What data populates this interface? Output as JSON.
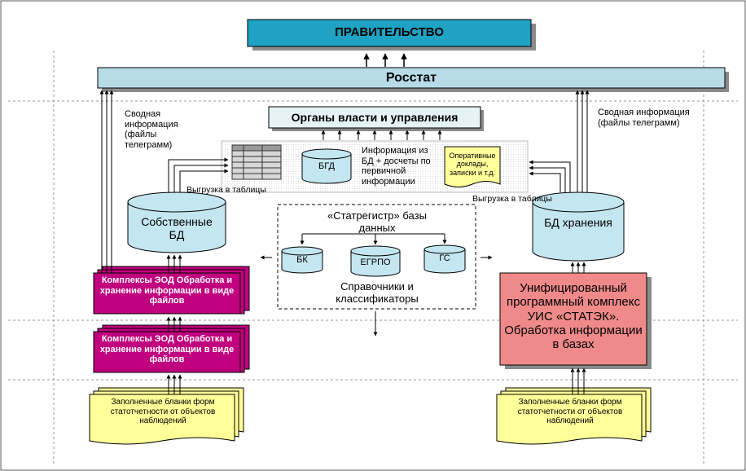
{
  "top": {
    "government": "ПРАВИТЕЛЬСТВО",
    "rosstat": "Росстат",
    "authorities": "Органы власти и управления"
  },
  "left": {
    "summary_info": "Сводная информация (файлы телеграмм)",
    "upload_tables": "Выгрузка в таблицы",
    "own_db": "Собственные БД",
    "eod_complex_1": "Комплексы ЭОД Обработка и хранение информации в виде файлов",
    "eod_complex_2": "Комплексы ЭОД Обработка и хранение информации в виде файлов",
    "filled_forms": "Заполненные бланки форм статотчетности от объектов наблюдений"
  },
  "center": {
    "bgd": "БГД",
    "info_from_db": "Информация из БД + досчеты по первичной информации",
    "operational_reports": "Оперативные доклады, записки и т.д.",
    "statregistr": "«Статрегистр» базы данных",
    "bk": "БК",
    "egrpo": "ЕГРПО",
    "gs": "ГС",
    "directories": "Справочники и классификаторы"
  },
  "right": {
    "summary_info": "Сводная информация (файлы телеграмм)",
    "upload_tables": "Выгрузка в таблицы",
    "storage_db": "БД хранения",
    "uis_complex": "Унифицированный программный комплекс УИС «СТАТЭК». Обработка информации в базах",
    "filled_forms": "Заполненные бланки форм статотчетности от объектов наблюдений"
  },
  "colors": {
    "government_fill": "#1fa2c4",
    "rosstat_fill": "#b7dce8",
    "authorities_fill": "#e6f3f6",
    "cylinder_fill": "#c4e6f0",
    "eod_fill": "#c0007e",
    "uis_fill": "#f08a8a",
    "doc_fill": "#ffff99",
    "shadow": "#8a8a8a"
  }
}
